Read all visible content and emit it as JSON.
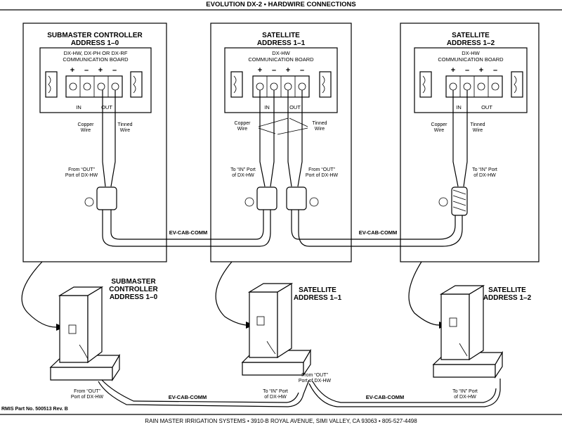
{
  "title": "EVOLUTION DX-2 • HARDWIRE CONNECTIONS",
  "part_number": "RMIS Part No. 500513 Rev. B",
  "footer": "RAIN MASTER IRRIGATION SYSTEMS • 3910-B ROYAL AVENUE, SIMI VALLEY, CA 93063 • 805-527-4498",
  "cable_label": "EV-CAB-COMM",
  "terminal_plus": "+",
  "terminal_minus": "–",
  "in_label": "IN",
  "out_label": "OUT",
  "copper_wire": [
    "Copper",
    "Wire"
  ],
  "tinned_wire": [
    "Tinned",
    "Wire"
  ],
  "panels": [
    {
      "title_lines": [
        "SUBMASTER CONTROLLER",
        "ADDRESS 1–0"
      ],
      "board_lines": [
        "DX-HW, DX-PH OR DX-RF",
        "COMMUNICATION BOARD"
      ],
      "port_note": [
        "From “OUT”",
        "Port of DX-HW"
      ]
    },
    {
      "title_lines": [
        "SATELLITE",
        "ADDRESS 1–1"
      ],
      "board_lines": [
        "DX-HW",
        "COMMUNICATION BOARD"
      ],
      "port_note_in": [
        "To “IN” Port",
        "of DX-HW"
      ],
      "port_note_out": [
        "From “OUT”",
        "Port of DX-HW"
      ]
    },
    {
      "title_lines": [
        "SATELLITE",
        "ADDRESS 1–2"
      ],
      "board_lines": [
        "DX-HW",
        "COMMUNICATION BOARD"
      ],
      "port_note": [
        "To “IN” Port",
        "of DX-HW"
      ]
    }
  ],
  "pedestals": [
    {
      "label_lines": [
        "SUBMASTER",
        "CONTROLLER",
        "ADDRESS 1–0"
      ],
      "note_lines": [
        "From “OUT”",
        "Port of DX-HW"
      ]
    },
    {
      "label_lines": [
        "SATELLITE",
        "ADDRESS 1–1"
      ],
      "note_in_lines": [
        "To “IN” Port",
        "of DX-HW"
      ],
      "note_out_lines": [
        "From “OUT”",
        "Port of DX-HW"
      ]
    },
    {
      "label_lines": [
        "SATELLITE",
        "ADDRESS 1–2"
      ],
      "note_lines": [
        "To “IN” Port",
        "of DX-HW"
      ]
    }
  ]
}
